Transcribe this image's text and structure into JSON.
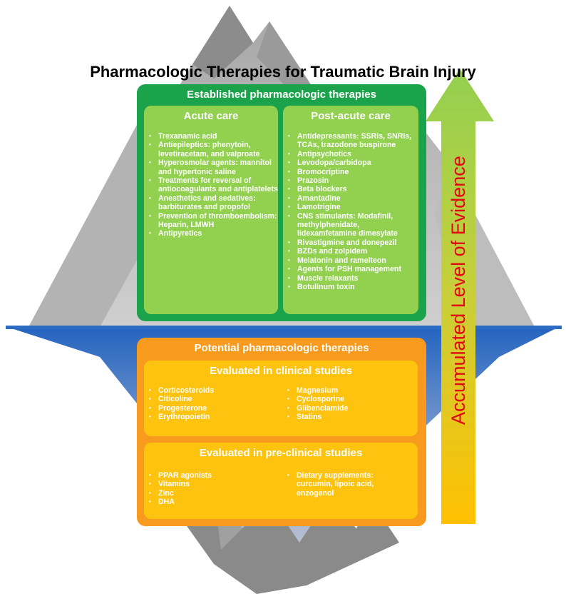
{
  "title": "Pharmacologic Therapies for Traumatic Brain Injury",
  "established": {
    "header": "Established pharmacologic therapies",
    "acute": {
      "title": "Acute care",
      "items": [
        "Trexanamic acid",
        "Antiepileptics: phenytoin, levetiracetam, and valproate",
        "Hyperosmolar agents: mannitol and hypertonic saline",
        "Treatments for reversal of antiocoagulants and antiplatelets",
        "Anesthetics and sedatives: barbiturates and propofol",
        "Prevention of thromboembolism: Heparin, LMWH",
        "Antipyretics"
      ]
    },
    "postacute": {
      "title": "Post-acute care",
      "items": [
        "Antidepressants: SSRIs, SNRIs, TCAs, trazodone buspirone",
        "Antipsychotics",
        "Levodopa/carbidopa",
        "Bromocriptine",
        "Prazosin",
        "Beta blockers",
        "Amantadine",
        "Lamotrigine",
        "CNS stimulants: Modafinil, methylphenidate, lidexamfetamine dimesylate",
        "Rivastigmine and donepezil",
        "BZDs and zolpidem",
        "Melatonin and ramelteon",
        "Agents for PSH management",
        "Muscle relaxants",
        "Botulinum toxin"
      ]
    }
  },
  "potential": {
    "header": "Potential pharmacologic therapies",
    "clinical": {
      "title": "Evaluated in clinical studies",
      "col1": [
        "Corticosteroids",
        "Citicoline",
        "Progesterone",
        "Erythropoietin"
      ],
      "col2": [
        "Magnesium",
        "Cyclosporine",
        "Glibenclamide",
        "Statins"
      ]
    },
    "preclinical": {
      "title": "Evaluated in pre-clinical studies",
      "col1": [
        "PPAR agonists",
        "Vitamins",
        "Zinc",
        "DHA"
      ],
      "col2": [
        "Dietary supplements: curcumin, lipoic acid, enzogenol"
      ]
    }
  },
  "arrow": {
    "label": "Accumulated Level of Evidence"
  },
  "colors": {
    "established_box": "#1aa34a",
    "established_panel": "#92d050",
    "potential_box": "#f79a1e",
    "potential_panel": "#fdc30f",
    "water": "#2e6cc4",
    "arrow_label": "#e30613"
  }
}
